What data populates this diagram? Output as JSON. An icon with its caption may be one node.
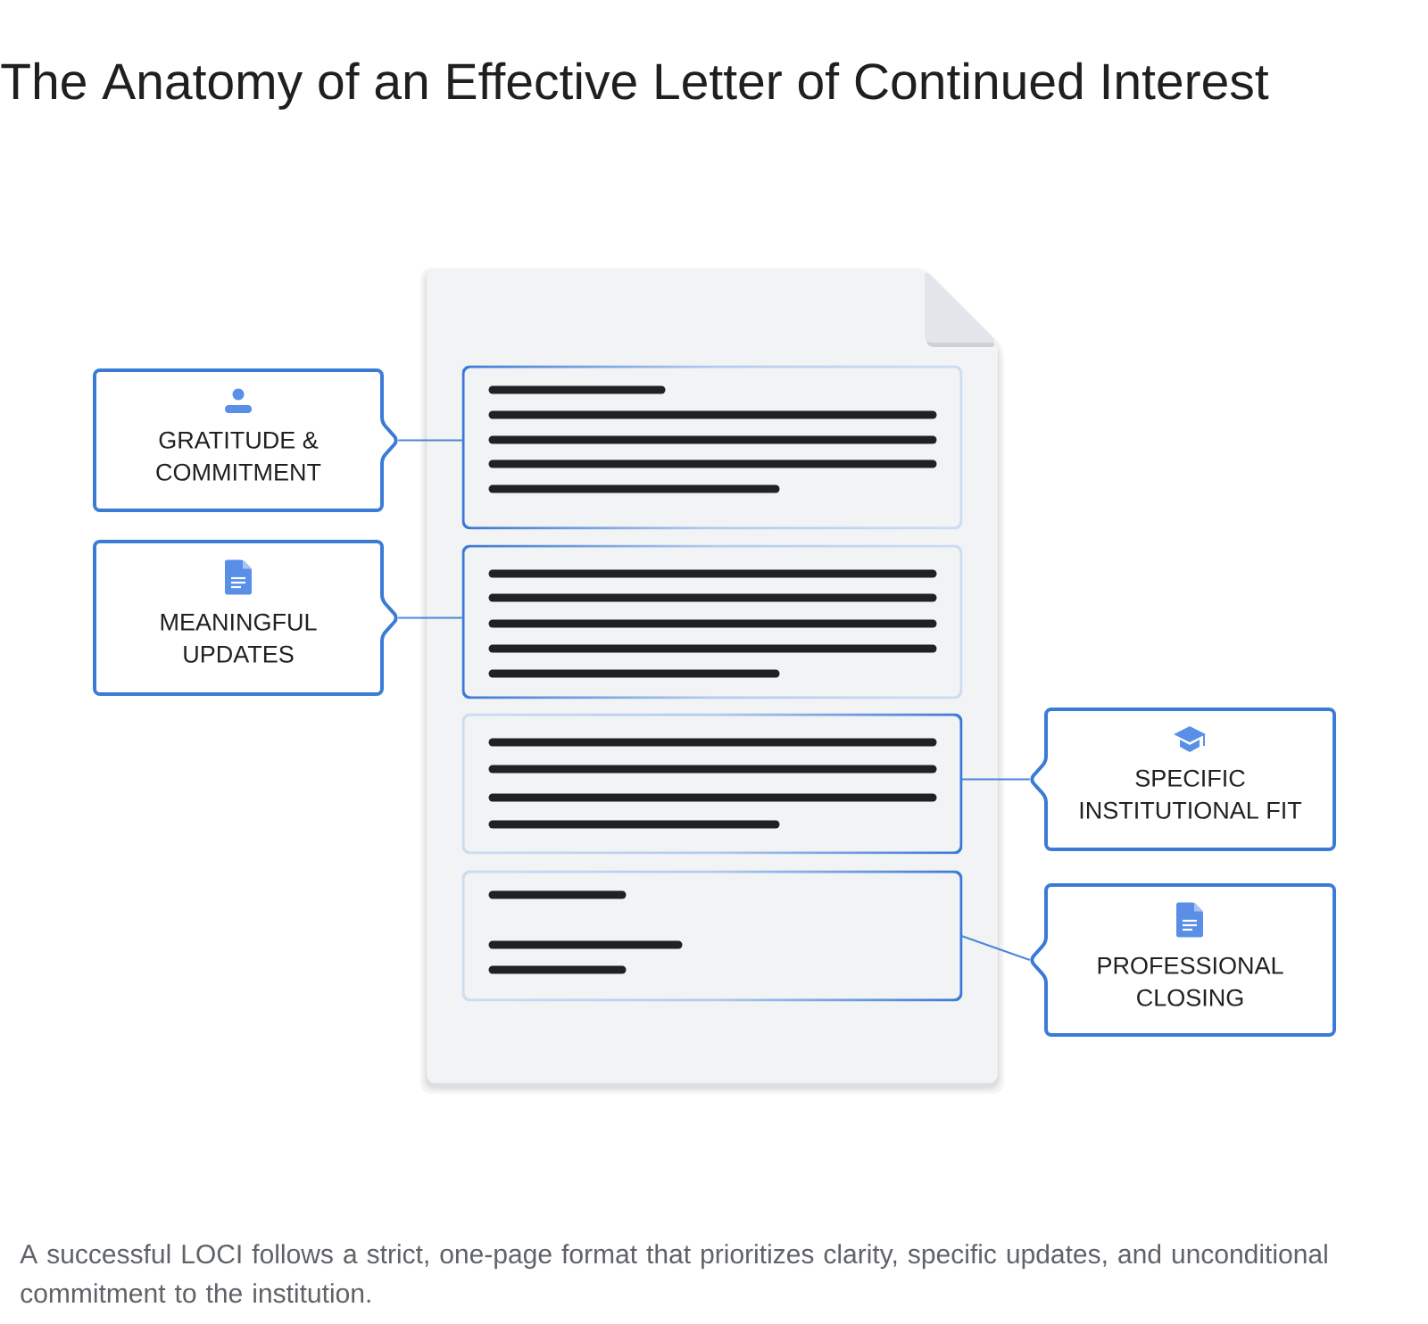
{
  "diagram": {
    "title": "The Anatomy of an Effective Letter of Continued Interest",
    "caption": "A successful LOCI follows a strict, one-page format that prioritizes clarity, specific updates, and unconditional commitment to the institution.",
    "nodes": [
      {
        "text": [],
        "shape": "document"
      },
      {
        "text": [],
        "shape": "box",
        "in": 0
      },
      {
        "text": [],
        "shape": "box",
        "in": 0
      },
      {
        "text": [],
        "shape": "box",
        "in": 0
      },
      {
        "text": [],
        "shape": "box",
        "in": 0
      },
      {
        "text": [
          "GRATITUDE & COMMITMENT"
        ]
      },
      {
        "text": [
          "MEANINGFUL UPDATES"
        ]
      },
      {
        "text": [
          "SPECIFIC INSTITUTIONAL FIT"
        ]
      },
      {
        "text": [
          "PROFESSIONAL CLOSING"
        ]
      }
    ],
    "edges": [
      {
        "from": 5,
        "to": 1,
        "arrow": "none"
      },
      {
        "from": 6,
        "to": 2,
        "arrow": "none"
      },
      {
        "from": 7,
        "to": 3,
        "arrow": "none"
      },
      {
        "from": 8,
        "to": 4,
        "arrow": "none"
      }
    ]
  }
}
